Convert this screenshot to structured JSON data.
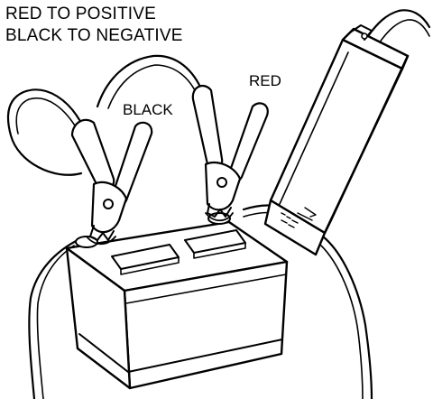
{
  "instructions": {
    "line1": "RED TO POSITIVE",
    "line2": "BLACK TO NEGATIVE"
  },
  "labels": {
    "black_clamp": "BLACK",
    "red_clamp": "RED"
  },
  "colors": {
    "ink": "#000000",
    "paper": "#ffffff"
  }
}
